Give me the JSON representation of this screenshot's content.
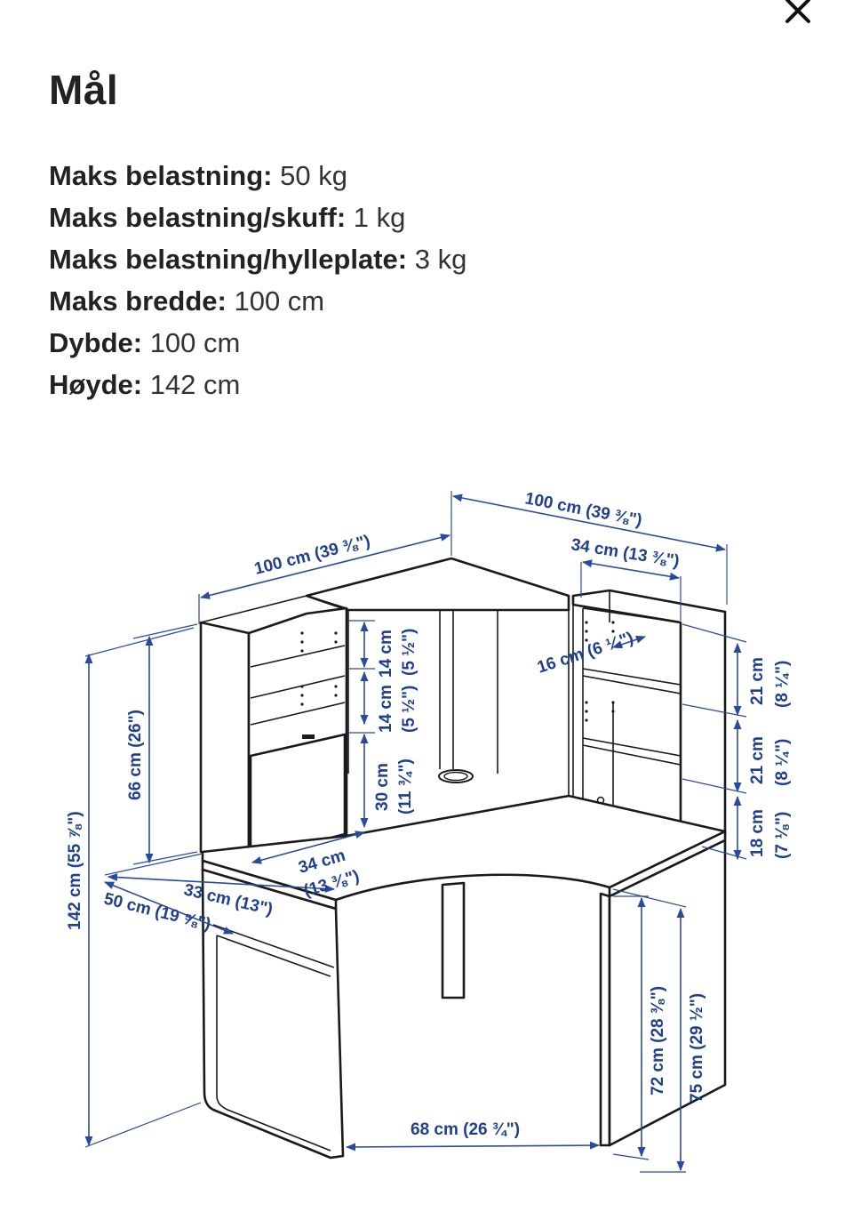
{
  "header": {
    "title": "Mål",
    "close_icon": "close-icon"
  },
  "specs": [
    {
      "key": "Maks belastning:",
      "value": " 50 kg"
    },
    {
      "key": "Maks belastning/skuff:",
      "value": " 1 kg"
    },
    {
      "key": "Maks belastning/hylleplate:",
      "value": " 3 kg"
    },
    {
      "key": "Maks bredde:",
      "value": " 100 cm"
    },
    {
      "key": "Dybde:",
      "value": " 100 cm"
    },
    {
      "key": "Høyde:",
      "value": " 142 cm"
    }
  ],
  "colors": {
    "dimension": "#1f3f8f",
    "outline": "#1a1a1a"
  },
  "dimensions": {
    "top_width_right": "100 cm (39 ⅜\")",
    "top_width_left": "100 cm (39 ⅜\")",
    "shelf_width_right": "34 cm (13 ⅜\")",
    "shelf_depth_right": "16 cm (6 ¼\")",
    "left_top_shelf": "14 cm",
    "left_top_shelf_in": "(5 ½\")",
    "left_mid_shelf": "14 cm",
    "left_mid_shelf_in": "(5 ½\")",
    "left_bottom_gap": "30 cm",
    "left_bottom_gap_in": "(11 ¾\")",
    "right_shelf_1": "21 cm",
    "right_shelf_1_in": "(8 ¼\")",
    "right_shelf_2": "21 cm",
    "right_shelf_2_in": "(8 ¼\")",
    "right_shelf_3": "18 cm",
    "right_shelf_3_in": "(7 ⅛\")",
    "hutch_height": "66 cm (26\")",
    "total_height": "142 cm (55 ⅞\")",
    "left_hutch_width": "34 cm",
    "left_hutch_width_in": "(13 ⅜\")",
    "drawer_width": "33 cm (13\")",
    "side_depth": "50 cm (19 ⅝\")",
    "leg_span": "68 cm (26 ¾\")",
    "under_desk": "72 cm (28 ⅜\")",
    "desk_height": "75 cm (29 ½\")"
  }
}
